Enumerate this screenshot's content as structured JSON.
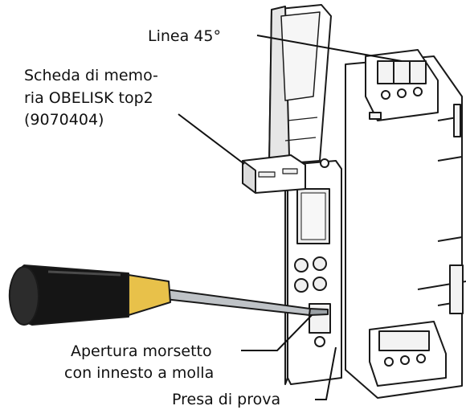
{
  "labels": {
    "linea": "Linea 45°",
    "scheda_line1": "Scheda di memo-",
    "scheda_line2": "ria OBELISK top2",
    "scheda_line3": "(9070404)",
    "apertura_line1": "Apertura morsetto",
    "apertura_line2": "con innesto a molla",
    "presa": "Presa di prova"
  },
  "colors": {
    "line": "#111111",
    "device_fill": "#ffffff",
    "device_stroke": "#1a1a1a",
    "screen": "#eeeeee",
    "handle_black": "#151515",
    "handle_yellow": "#e8c14a",
    "shaft": "#bfc3c7"
  }
}
